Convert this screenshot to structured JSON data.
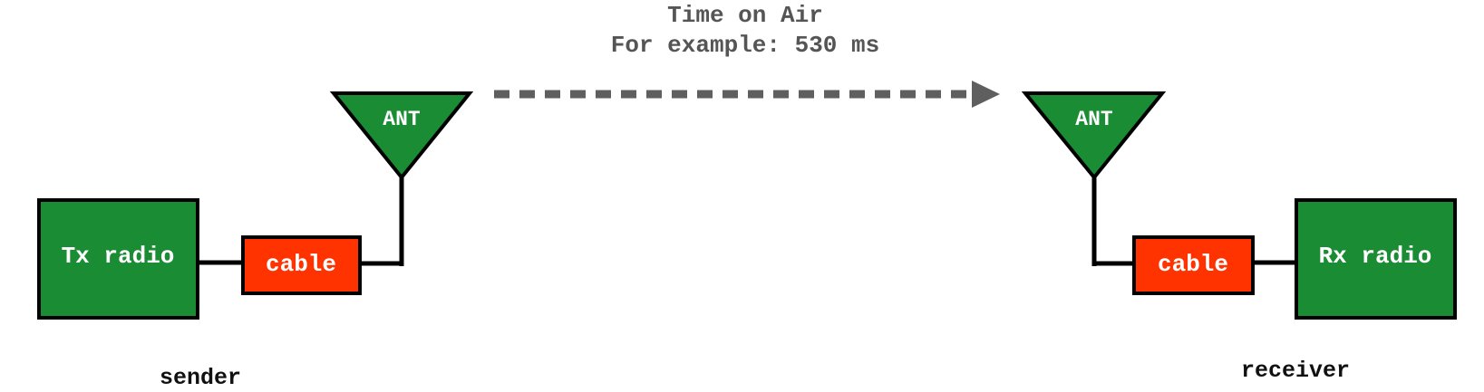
{
  "caption": {
    "title": "Time on Air",
    "example": "For example: 530 ms"
  },
  "sender": {
    "radio_label": "Tx radio",
    "cable_label": "cable",
    "antenna_label": "ANT",
    "role_label": "sender"
  },
  "receiver": {
    "radio_label": "Rx radio",
    "cable_label": "cable",
    "antenna_label": "ANT",
    "role_label": "receiver"
  },
  "colors": {
    "radio_fill": "#1a8c34",
    "antenna_fill": "#1a8c34",
    "cable_fill": "#ff3300",
    "wire": "#000000",
    "arrow": "#5f5f5f",
    "caption_text": "#555555"
  }
}
